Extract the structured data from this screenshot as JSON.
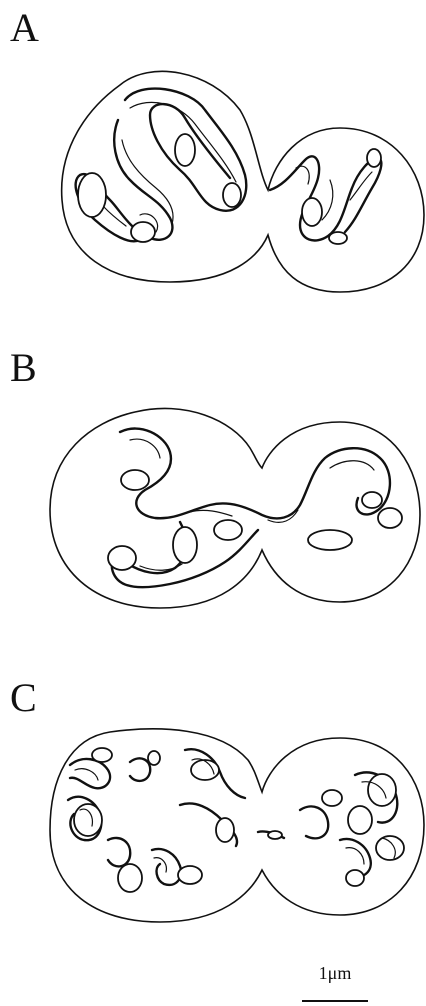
{
  "panels": [
    {
      "label": "A"
    },
    {
      "label": "B"
    },
    {
      "label": "C"
    }
  ],
  "scale_bar": {
    "label": "1μm"
  }
}
